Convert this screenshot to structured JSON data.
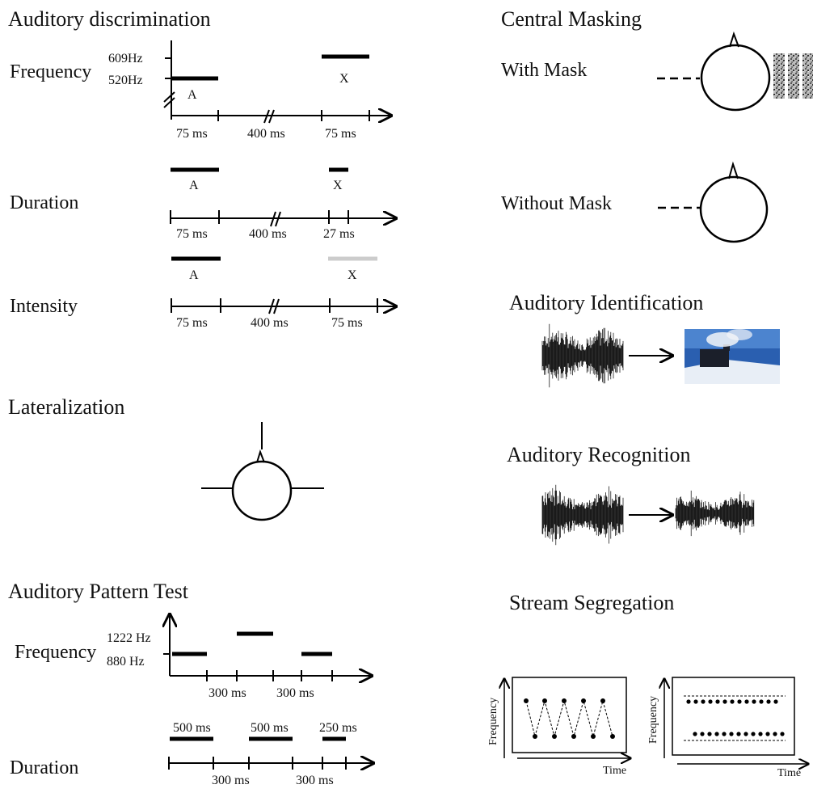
{
  "sections": {
    "auditory_discrimination": {
      "title": "Auditory  discrimination",
      "frequency": {
        "label": "Frequency",
        "hz_high": "609Hz",
        "hz_low": "520Hz",
        "marker_a": "A",
        "marker_x": "X",
        "t1": "75 ms",
        "t2": "400 ms",
        "t3": "75 ms"
      },
      "duration": {
        "label": "Duration",
        "marker_a": "A",
        "marker_x": "X",
        "t1": "75 ms",
        "t2": "400 ms",
        "t3": "27 ms"
      },
      "intensity": {
        "label": "Intensity",
        "marker_a": "A",
        "marker_x": "X",
        "t1": "75 ms",
        "t2": "400 ms",
        "t3": "75 ms"
      }
    },
    "lateralization": {
      "title": "Lateralization"
    },
    "pattern_test": {
      "title": "Auditory  Pattern  Test",
      "frequency": {
        "label": "Frequency",
        "hz_high": "1222 Hz",
        "hz_low": "880 Hz",
        "t1": "300 ms",
        "t2": "300 ms"
      },
      "duration": {
        "label": "Duration",
        "d1": "500 ms",
        "d2": "500 ms",
        "d3": "250 ms",
        "t1": "300 ms",
        "t2": "300 ms"
      }
    },
    "central_masking": {
      "title": "Central  Masking",
      "with_mask": "With Mask",
      "without_mask": "Without Mask"
    },
    "identification": {
      "title": "Auditory  Identification"
    },
    "recognition": {
      "title": "Auditory  Recognition"
    },
    "stream_segregation": {
      "title": "Stream  Segregation",
      "panel1": {
        "ylabel": "Frequency",
        "xlabel": "Time"
      },
      "panel2": {
        "ylabel": "Frequency",
        "xlabel": "Time"
      }
    }
  },
  "colors": {
    "ink": "#000000",
    "faint_bar": "#cccccc",
    "sky": "#2a5fb0",
    "snow": "#e8eef6"
  }
}
